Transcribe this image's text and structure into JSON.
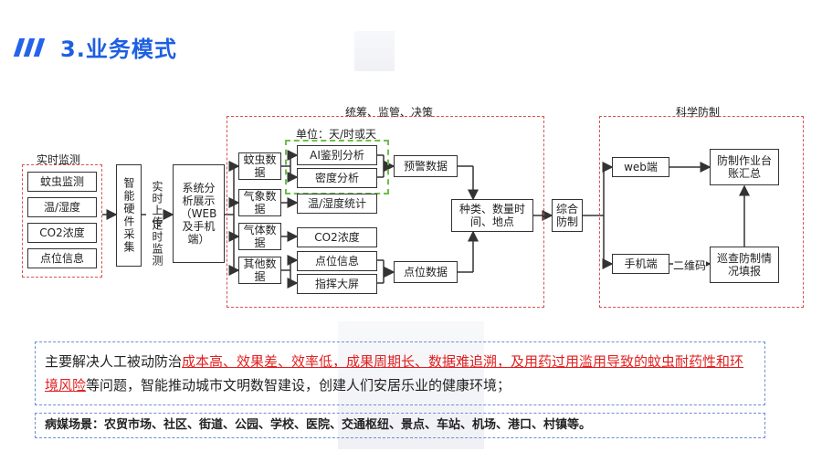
{
  "page": {
    "title": "3.业务模式"
  },
  "sections": {
    "realtime": "实时监测",
    "plan": "统筹、监管、决策",
    "science": "科学防制",
    "unit": "单位：天/时或天"
  },
  "realtime_items": [
    "蚊虫监测",
    "温/湿度",
    "CO2浓度",
    "点位信息"
  ],
  "hardware": "智能硬件采集",
  "upload": {
    "line1": "实时上传",
    "line2": "定时监测"
  },
  "system": "系统分析展示（WEB及手机端）",
  "categories": [
    "蚊虫数据",
    "气象数据",
    "气体数据",
    "其他数据"
  ],
  "sub_items": {
    "ai": "AI鉴别分析",
    "density": "密度分析",
    "temp": "温/湿度统计",
    "co2": "CO2浓度",
    "point": "点位信息",
    "command": "指挥大屏"
  },
  "warning": "预警数据",
  "point_data": "点位数据",
  "summary": "种类、数量时间、地点",
  "comprehensive": "综合防制",
  "web": "web端",
  "mobile": "手机端",
  "qr": "二维码",
  "ledger": "防制作业台账汇总",
  "patrol": "巡查防制情况填报",
  "info": {
    "prefix": "主要解决人工被动防治",
    "highlight": "成本高、效果差、效率低，成果周期长、数据难追溯，及用药过用滥用导致的蚊虫耐药性和环境风险",
    "suffix": "等问题，智能推动城市文明数智建设，创建人们安居乐业的健康环境；"
  },
  "scenes": "病媒场景：农贸市场、社区、街道、公园、学校、医院、交通枢纽、景点、车站、机场、港口、村镇等。",
  "colors": {
    "title": "#1d5fe0",
    "highlight": "#e02020",
    "red_dash": "#d9534f",
    "green_dash": "#6cc04a"
  }
}
